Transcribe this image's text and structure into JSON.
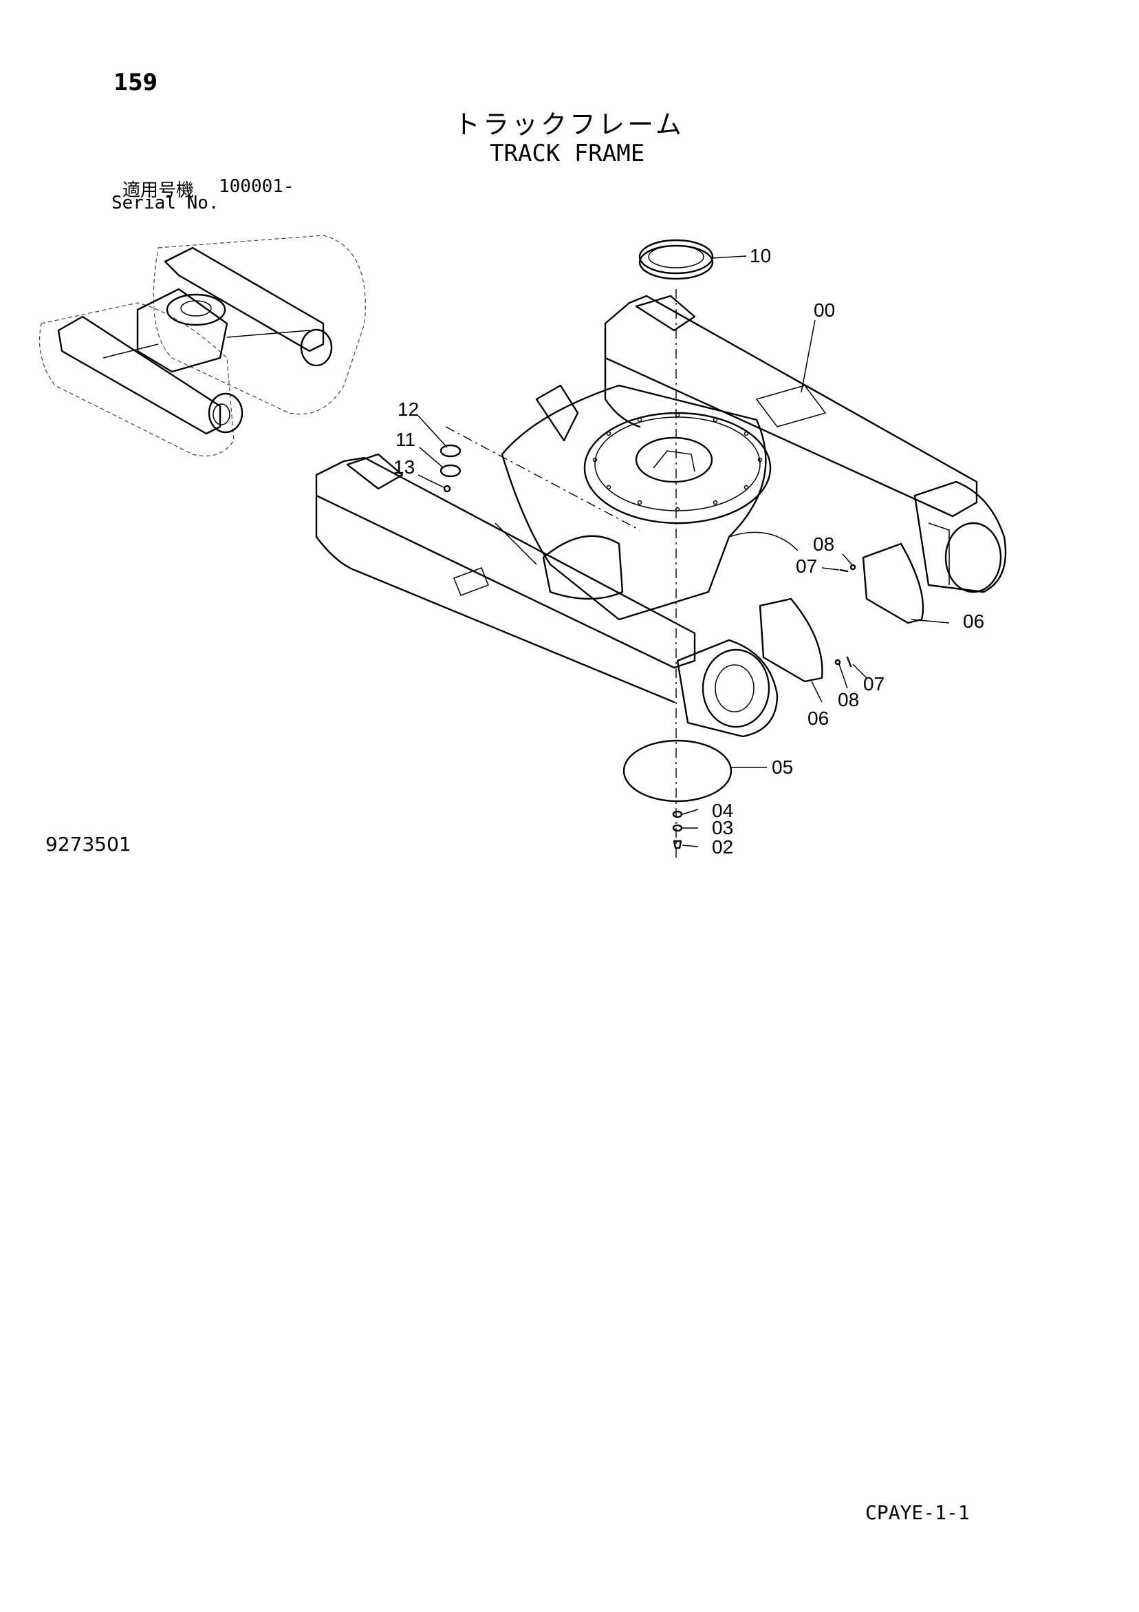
{
  "page": {
    "page_number": "159",
    "title_jp": "トラックフレーム",
    "title_en": "TRACK FRAME",
    "serial_label_jp": "適用号機",
    "serial_value": "100001-",
    "serial_label_en": "Serial No.",
    "figure_number": "9273501",
    "sheet_code": "CPAYE-1-1"
  },
  "callouts": {
    "c10": "10",
    "c00": "00",
    "c12": "12",
    "c11": "11",
    "c13": "13",
    "c08a": "08",
    "c07a": "07",
    "c06a": "06",
    "c07b": "07",
    "c08b": "08",
    "c06b": "06",
    "c05": "05",
    "c04": "04",
    "c03": "03",
    "c02": "02"
  }
}
